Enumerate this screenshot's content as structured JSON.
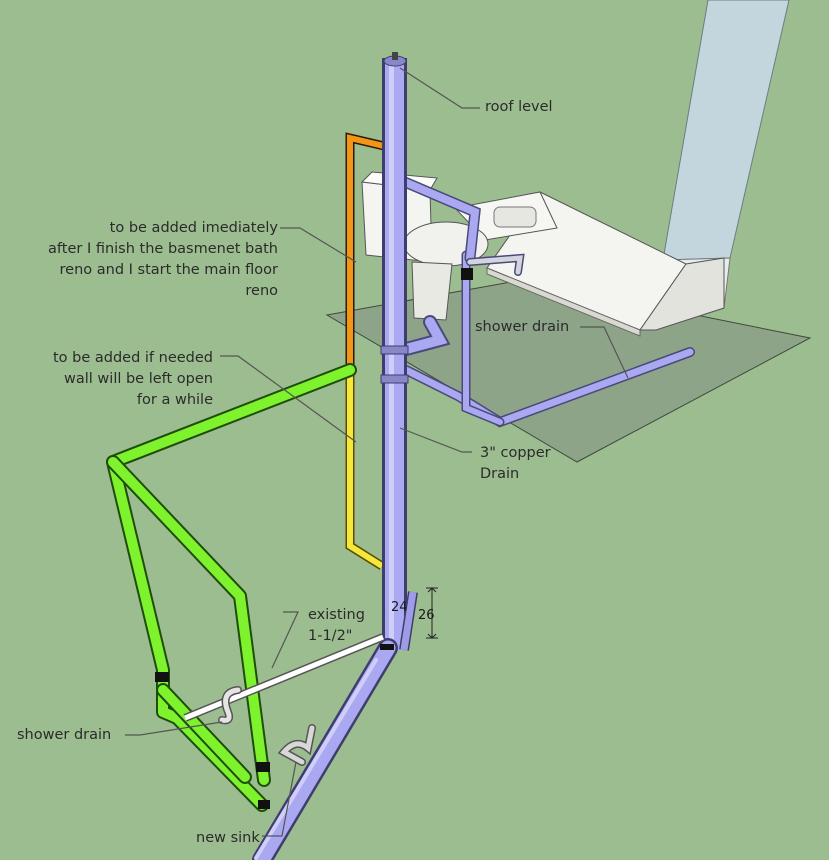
{
  "labels": {
    "roof_level": "roof level",
    "added_immediately": [
      "to be added imediately",
      "after I finish the basmenet bath",
      "reno and I start the main floor",
      "reno"
    ],
    "added_if_needed": [
      "to be added if needed",
      "wall will be left open",
      "for a while"
    ],
    "shower_drain_upper": "shower drain",
    "copper_drain": [
      "3\" copper",
      "Drain"
    ],
    "existing": [
      "existing",
      "1-1/2\""
    ],
    "shower_drain_lower": "shower drain",
    "new_sink": "new sink"
  },
  "dimensions": {
    "d24": "24",
    "d26": "26"
  },
  "colors": {
    "background": "#9cbd8f",
    "drain_pipe": "#a9a8f0",
    "new_vent_green": "#7ef22d",
    "vent_orange": "#f39517",
    "vent_yellow": "#f6e83a",
    "existing_pipe": "#ffffff"
  }
}
